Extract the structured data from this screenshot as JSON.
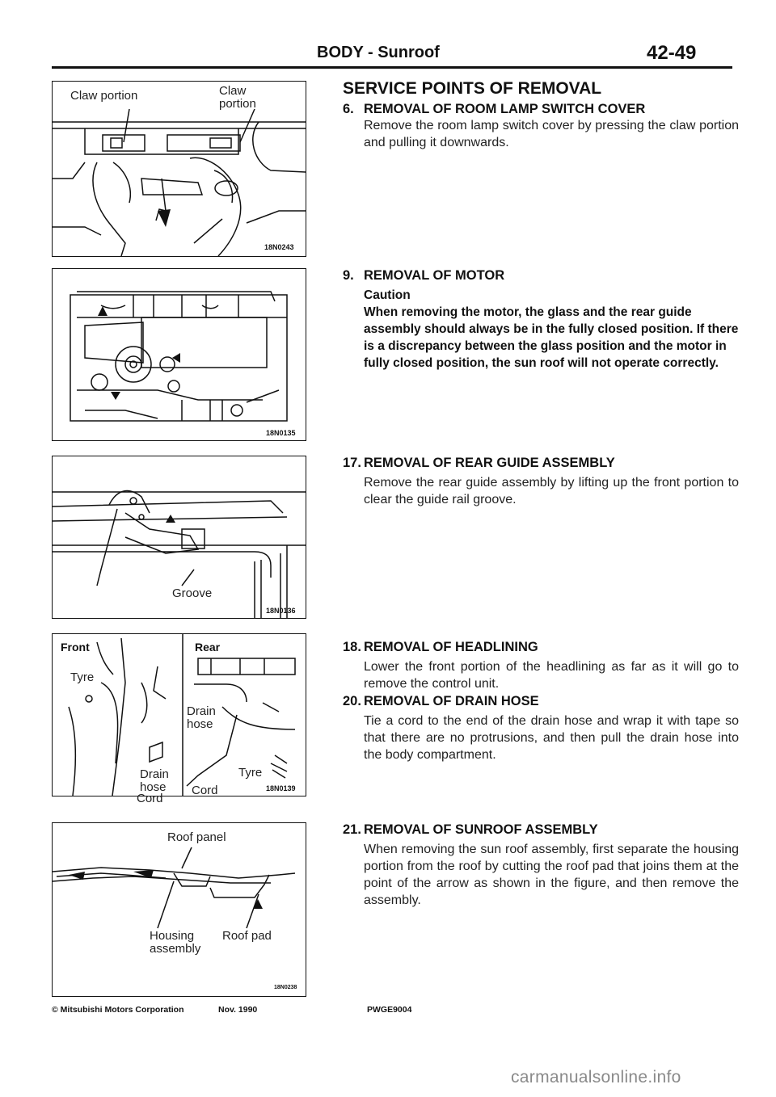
{
  "header": {
    "title": "BODY - Sunroof",
    "page": "42-49"
  },
  "figures": {
    "fig1": {
      "code": "18N0243",
      "label_claw_left": "Claw portion",
      "label_claw_right": "Claw portion"
    },
    "fig2": {
      "code": "18N0135"
    },
    "fig3": {
      "code": "18N0136",
      "label_groove": "Groove"
    },
    "fig4": {
      "code": "18N0139",
      "front": "Front",
      "rear": "Rear",
      "tyre_front": "Tyre",
      "drain_hose_front": "Drain hose",
      "cord_front": "Cord",
      "drain_hose_rear": "Drain hose",
      "tyre_rear": "Tyre",
      "cord_rear": "Cord"
    },
    "fig5": {
      "code": "18N0238",
      "roof_panel": "Roof panel",
      "housing": "Housing assembly",
      "roof_pad": "Roof pad"
    }
  },
  "content": {
    "heading": "SERVICE POINTS OF REMOVAL",
    "s6": {
      "num": "6.",
      "title": "REMOVAL OF ROOM LAMP SWITCH COVER",
      "text": "Remove the room lamp switch cover by pressing the claw portion and pulling it downwards."
    },
    "s9": {
      "num": "9.",
      "title": "REMOVAL OF MOTOR",
      "caution": "Caution",
      "caution_text": "When removing the motor, the glass and the rear guide assembly should always be in the fully closed position. If there is a discrepancy between the glass position and the motor in fully closed position, the sun roof will not operate correctly."
    },
    "s17": {
      "num": "17.",
      "title": "REMOVAL OF REAR GUIDE ASSEMBLY",
      "text": "Remove the rear guide assembly by lifting up the front portion to clear the guide rail groove."
    },
    "s18": {
      "num": "18.",
      "title": "REMOVAL OF HEADLINING",
      "text": "Lower the front portion of the headlining as far as it will go to remove the control unit."
    },
    "s20": {
      "num": "20.",
      "title": "REMOVAL OF DRAIN HOSE",
      "text": "Tie a cord to the end of the drain hose and wrap it with tape so that there are no protrusions, and then pull the drain hose into the body compartment."
    },
    "s21": {
      "num": "21.",
      "title": "REMOVAL OF SUNROOF ASSEMBLY",
      "text": "When removing the sun roof assembly, first separate the housing portion from the roof by cutting the roof pad that joins them at the point of the arrow as shown in the figure, and then remove the assembly."
    }
  },
  "footer": {
    "copyright": "© Mitsubishi Motors Corporation",
    "date": "Nov. 1990",
    "code": "PWGE9004"
  },
  "watermark": "carmanualsonline.info"
}
